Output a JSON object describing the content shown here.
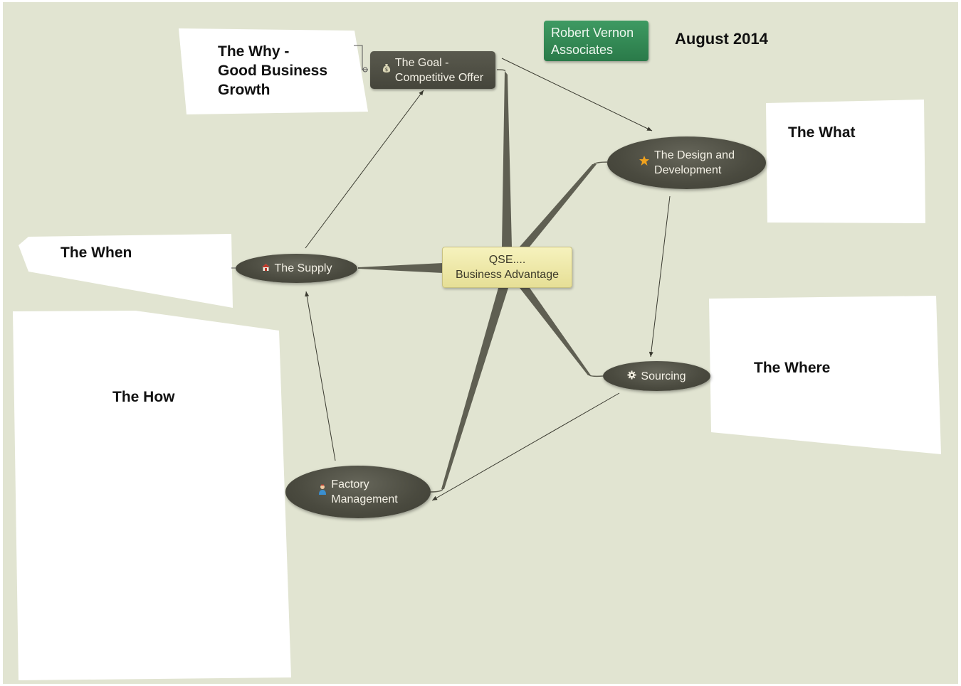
{
  "header": {
    "brand": "Robert Vernon\nAssociates",
    "date": "August 2014"
  },
  "nodes": {
    "center": "QSE....\nBusiness Advantage",
    "goal": {
      "label": "The Goal -\nCompetitive Offer",
      "icon": "money-bag-icon"
    },
    "design": {
      "label": "The Design and\nDevelopment",
      "icon": "star-icon"
    },
    "supply": {
      "label": "The Supply",
      "icon": "house-icon"
    },
    "sourcing": {
      "label": "Sourcing",
      "icon": "gear-icon"
    },
    "factory": {
      "label": "Factory\nManagement",
      "icon": "person-icon"
    }
  },
  "notes": {
    "why": "The Why -\nGood Business\nGrowth",
    "what": "The What",
    "when": "The When",
    "how": "The How",
    "where": "The Where"
  },
  "colors": {
    "background": "#e1e4d1",
    "node_dark": "#4a4a3f",
    "center_fill": "#ede6a6",
    "brand_green": "#2f8550",
    "note": "#ffffff"
  }
}
